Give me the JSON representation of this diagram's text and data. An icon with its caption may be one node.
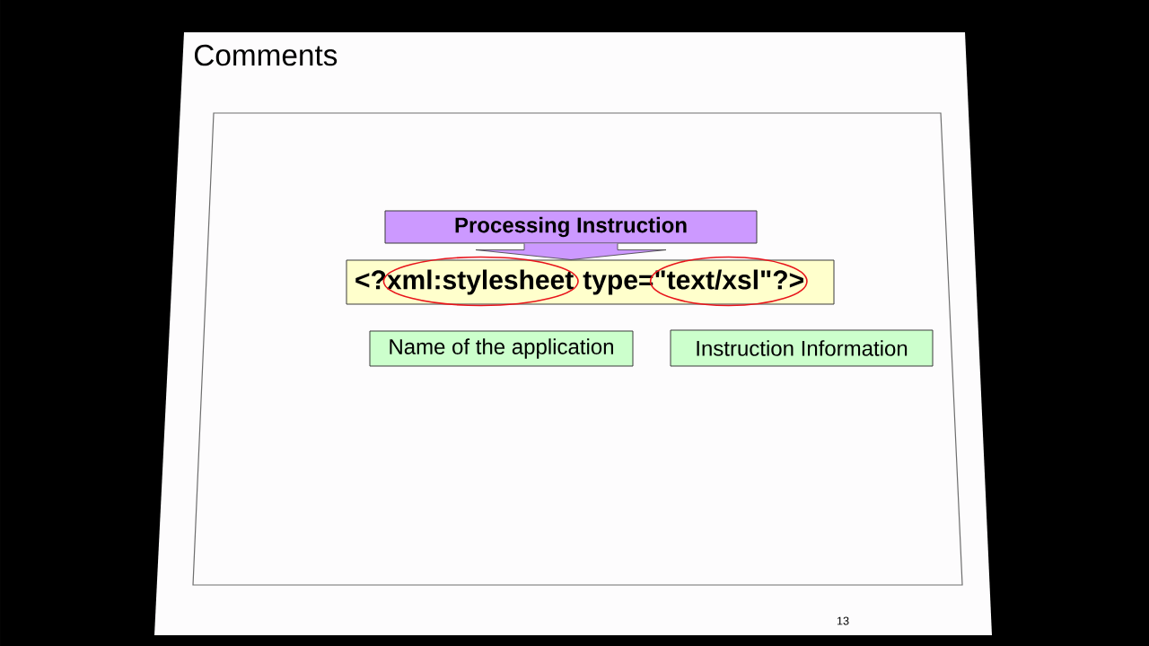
{
  "diagram": {
    "title": "Comments",
    "nodes": [
      {
        "text": [
          "Processing Instruction"
        ]
      },
      {
        "text": [
          "<?xml:stylesheet type=\"text/xsl\"?>"
        ]
      },
      {
        "text": [
          "Name of the application"
        ]
      },
      {
        "text": [
          "Instruction Information"
        ]
      }
    ],
    "edges": [
      {
        "from": 0,
        "to": 1,
        "arrow": "to"
      }
    ],
    "labels": [
      "13"
    ]
  }
}
